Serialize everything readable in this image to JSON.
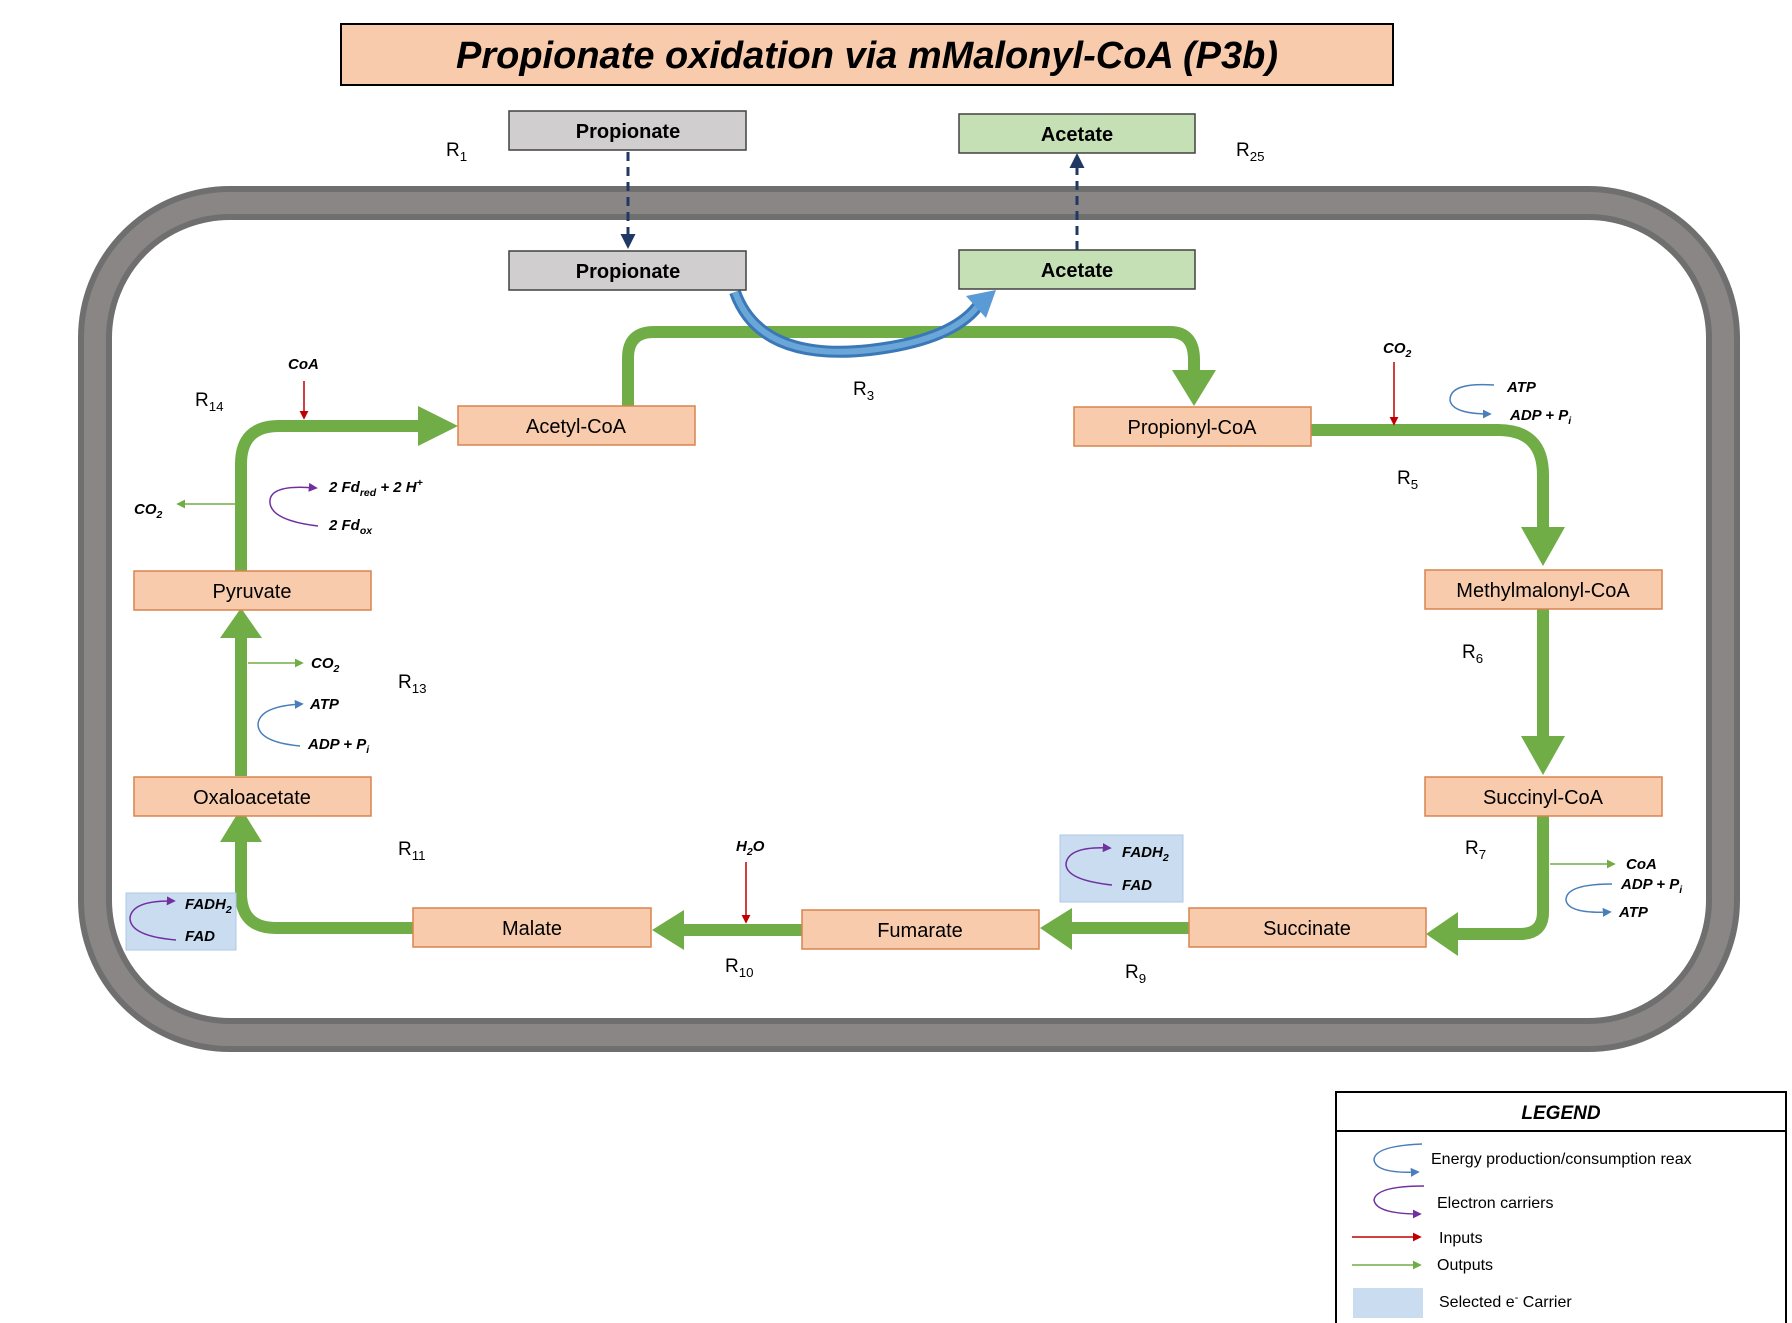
{
  "title": "Propionate oxidation via mMalonyl-CoA (P3b)",
  "colors": {
    "metabolite_fill": "#f8cbad",
    "metabolite_border": "#d9834f",
    "external_fill": "#d0cece",
    "acetate_fill": "#c5e0b4",
    "pathway_arrow": "#70ad47",
    "energy_arrow": "#4a7ebb",
    "electron_arrow": "#7030a0",
    "input_arrow": "#c00000",
    "cell_wall": "#7f7f7f",
    "carrier_highlight": "#c9dcf0",
    "title_fill": "#f8cbad"
  },
  "compartments": {
    "external": {
      "propionate": "Propionate",
      "acetate": "Acetate"
    },
    "internal": {
      "propionate": "Propionate",
      "acetate": "Acetate"
    }
  },
  "metabolites": {
    "acetyl_coa": "Acetyl-CoA",
    "propionyl_coa": "Propionyl-CoA",
    "methylmalonyl_coa": "Methylmalonyl-CoA",
    "succinyl_coa": "Succinyl-CoA",
    "succinate": "Succinate",
    "fumarate": "Fumarate",
    "malate": "Malate",
    "oxaloacetate": "Oxaloacetate",
    "pyruvate": "Pyruvate"
  },
  "reactions": {
    "r1": {
      "base": "R",
      "index": "1"
    },
    "r25": {
      "base": "R",
      "index": "25"
    },
    "r3": {
      "base": "R",
      "index": "3"
    },
    "r5": {
      "base": "R",
      "index": "5"
    },
    "r6": {
      "base": "R",
      "index": "6"
    },
    "r7": {
      "base": "R",
      "index": "7"
    },
    "r9": {
      "base": "R",
      "index": "9"
    },
    "r10": {
      "base": "R",
      "index": "10"
    },
    "r11": {
      "base": "R",
      "index": "11"
    },
    "r13": {
      "base": "R",
      "index": "13"
    },
    "r14": {
      "base": "R",
      "index": "14"
    }
  },
  "cofactors": {
    "co2": {
      "base": "CO",
      "sub": "2"
    },
    "coa": "CoA",
    "atp": "ATP",
    "adp_pi": {
      "base": "ADP + P",
      "sub": "i"
    },
    "h2o": {
      "h": "H",
      "sub": "2",
      "o": "O"
    },
    "fadh2": {
      "base": "FADH",
      "sub": "2"
    },
    "fad": "FAD",
    "fd_red": {
      "lead": "2 Fd",
      "sub": "red",
      "mid": " + 2 H",
      "sup": "+"
    },
    "fd_ox": {
      "lead": "2 Fd",
      "sub": "ox"
    }
  },
  "legend": {
    "title": "LEGEND",
    "items": [
      {
        "label": "Energy production/consumption reax",
        "icon": "energy-cycle-arrow"
      },
      {
        "label": "Electron carriers",
        "icon": "electron-cycle-arrow"
      },
      {
        "label": "Inputs",
        "icon": "red-arrow"
      },
      {
        "label": "Outputs",
        "icon": "green-arrow"
      },
      {
        "label": "Selected e",
        "sup": "-",
        "tail": " Carrier",
        "icon": "blue-swatch"
      }
    ]
  }
}
